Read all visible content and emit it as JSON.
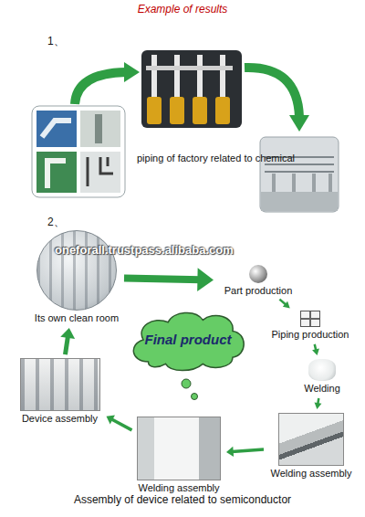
{
  "diagram": {
    "title": "Example of results",
    "caption": "Assembly of device related to semiconductor",
    "nodes": [
      {
        "text": [
          "Its own clean room"
        ]
      },
      {
        "text": [
          "Part production"
        ]
      },
      {
        "text": [
          "Piping production"
        ]
      },
      {
        "text": [
          "Welding"
        ]
      },
      {
        "text": [
          "Welding assembly"
        ]
      },
      {
        "text": [
          "Welding assembly"
        ]
      },
      {
        "text": [
          "Device assembly"
        ]
      },
      {
        "text": [
          "Final product"
        ]
      }
    ],
    "edges": [
      {
        "from": 0,
        "to": 1,
        "arrow": "to"
      },
      {
        "from": 1,
        "to": 2,
        "arrow": "to"
      },
      {
        "from": 2,
        "to": 3,
        "arrow": "to"
      },
      {
        "from": 3,
        "to": 4,
        "arrow": "to"
      },
      {
        "from": 4,
        "to": 5,
        "arrow": "to"
      },
      {
        "from": 5,
        "to": 6,
        "arrow": "to"
      },
      {
        "from": 6,
        "to": 0,
        "arrow": "to"
      }
    ],
    "labels": [
      "1、",
      "piping of factory related to chemical",
      "2、",
      "oneforall.trustpass.alibaba.com"
    ]
  }
}
